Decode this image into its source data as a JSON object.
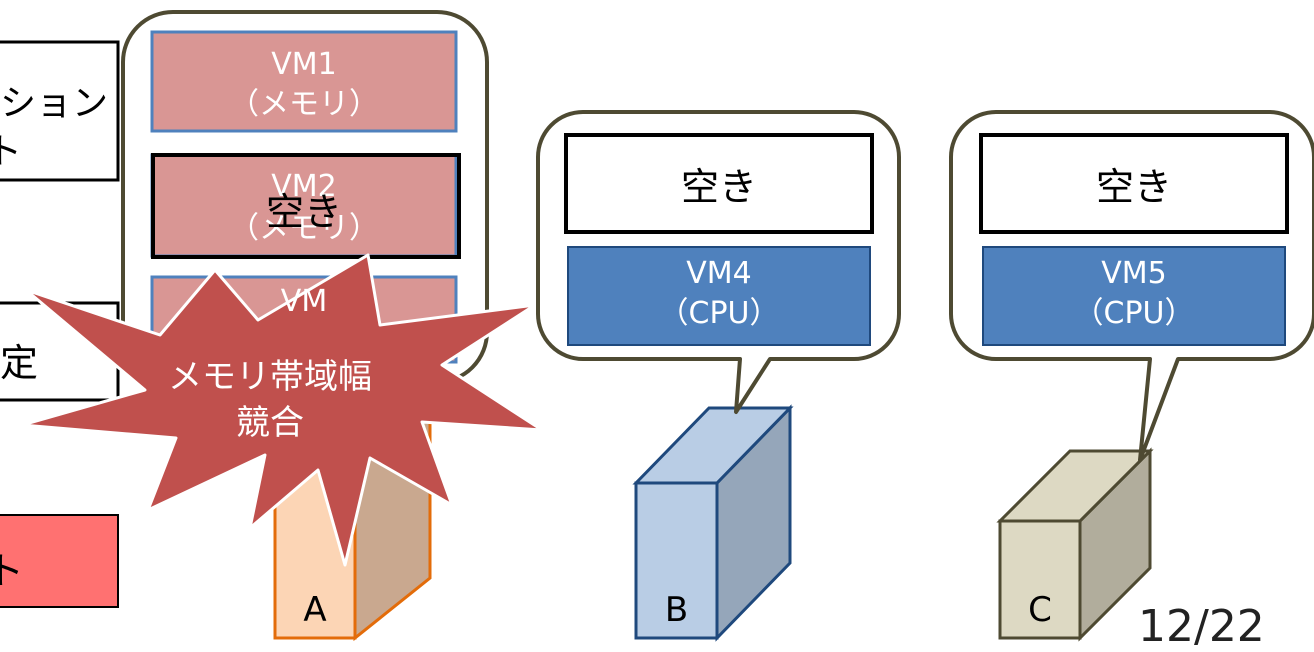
{
  "left_boxes": {
    "top_text_lines": [
      "ション",
      "ト"
    ],
    "middle_text": "定",
    "bottom_text": "ト"
  },
  "server_a": {
    "label": "A",
    "vms": [
      {
        "line1": "VM1",
        "line2": "（メモリ）"
      },
      {
        "line1": "VM2",
        "line2": "（メモリ）"
      },
      {
        "line1": "VM",
        "line2": ""
      }
    ],
    "free_slot_label": "空き",
    "contention": {
      "line1": "メモリ帯域幅",
      "line2": "競合"
    }
  },
  "server_b": {
    "label": "B",
    "free_label": "空き",
    "vm": {
      "line1": "VM4",
      "line2": "（CPU）"
    }
  },
  "server_c": {
    "label": "C",
    "free_label": "空き",
    "vm": {
      "line1": "VM5",
      "line2": "（CPU）"
    }
  },
  "page_number": "12/22",
  "colors": {
    "memory_vm": "#d99694",
    "cpu_vm": "#4f81bd",
    "burst": "#c0504d",
    "bubble_border": "#4e4a32",
    "server_a_front": "#fcd5b5",
    "server_a_side": "#c9a88f",
    "server_a_border": "#e36c0a",
    "server_b_front": "#b9cde5",
    "server_b_side": "#95a6ba",
    "server_b_border": "#1f497d",
    "server_c_front": "#ddd9c3",
    "server_c_side": "#b1ad9c",
    "server_c_border": "#4e4a32",
    "alert_box": "#ff7171"
  }
}
